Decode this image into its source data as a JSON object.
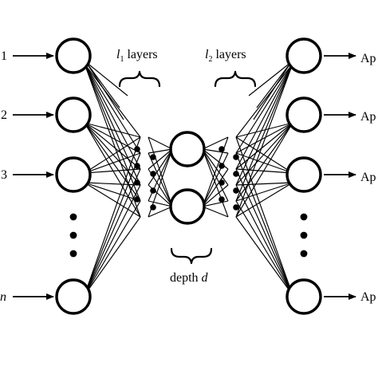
{
  "inputs": [
    {
      "label": "1",
      "italic": false
    },
    {
      "label": "2",
      "italic": false
    },
    {
      "label": "3",
      "italic": false
    },
    {
      "label": "n",
      "italic": true
    }
  ],
  "outputs": [
    {
      "label": "Ap"
    },
    {
      "label": "Ap"
    },
    {
      "label": "Ap"
    },
    {
      "label": "Ap"
    }
  ],
  "labels": {
    "l1_symbol": "l",
    "l1_sub": "1",
    "l1_text": " layers",
    "l2_symbol": "l",
    "l2_sub": "2",
    "l2_text": " layers",
    "depth_text": "depth ",
    "depth_symbol": "d"
  },
  "colors": {
    "stroke": "#000000",
    "background": "#ffffff"
  }
}
